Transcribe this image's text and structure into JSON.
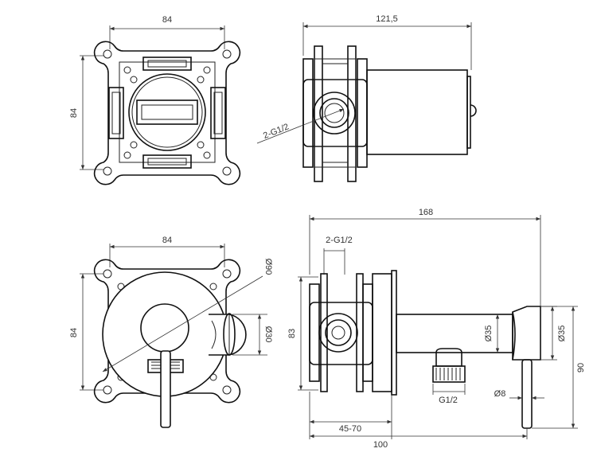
{
  "views": {
    "top_front": {
      "width_dim": "84",
      "height_dim": "84"
    },
    "top_side": {
      "depth_dim": "121,5",
      "thread_label": "2-G1/2"
    },
    "bottom_front": {
      "width_dim": "84",
      "height_dim": "84",
      "outer_diameter": "Ø90",
      "inner_diameter": "Ø30"
    },
    "bottom_side": {
      "overall_length": "168",
      "thread_label": "2-G1/2",
      "body_height": "83",
      "spout_diameter_1": "Ø35",
      "spout_diameter_2": "Ø35",
      "overall_height": "90",
      "handle_diameter": "Ø8",
      "outlet_thread": "G1/2",
      "install_depth": "45-70",
      "projection": "100"
    }
  },
  "colors": {
    "line": "#111111",
    "dimension": "#333333",
    "background": "#ffffff"
  }
}
